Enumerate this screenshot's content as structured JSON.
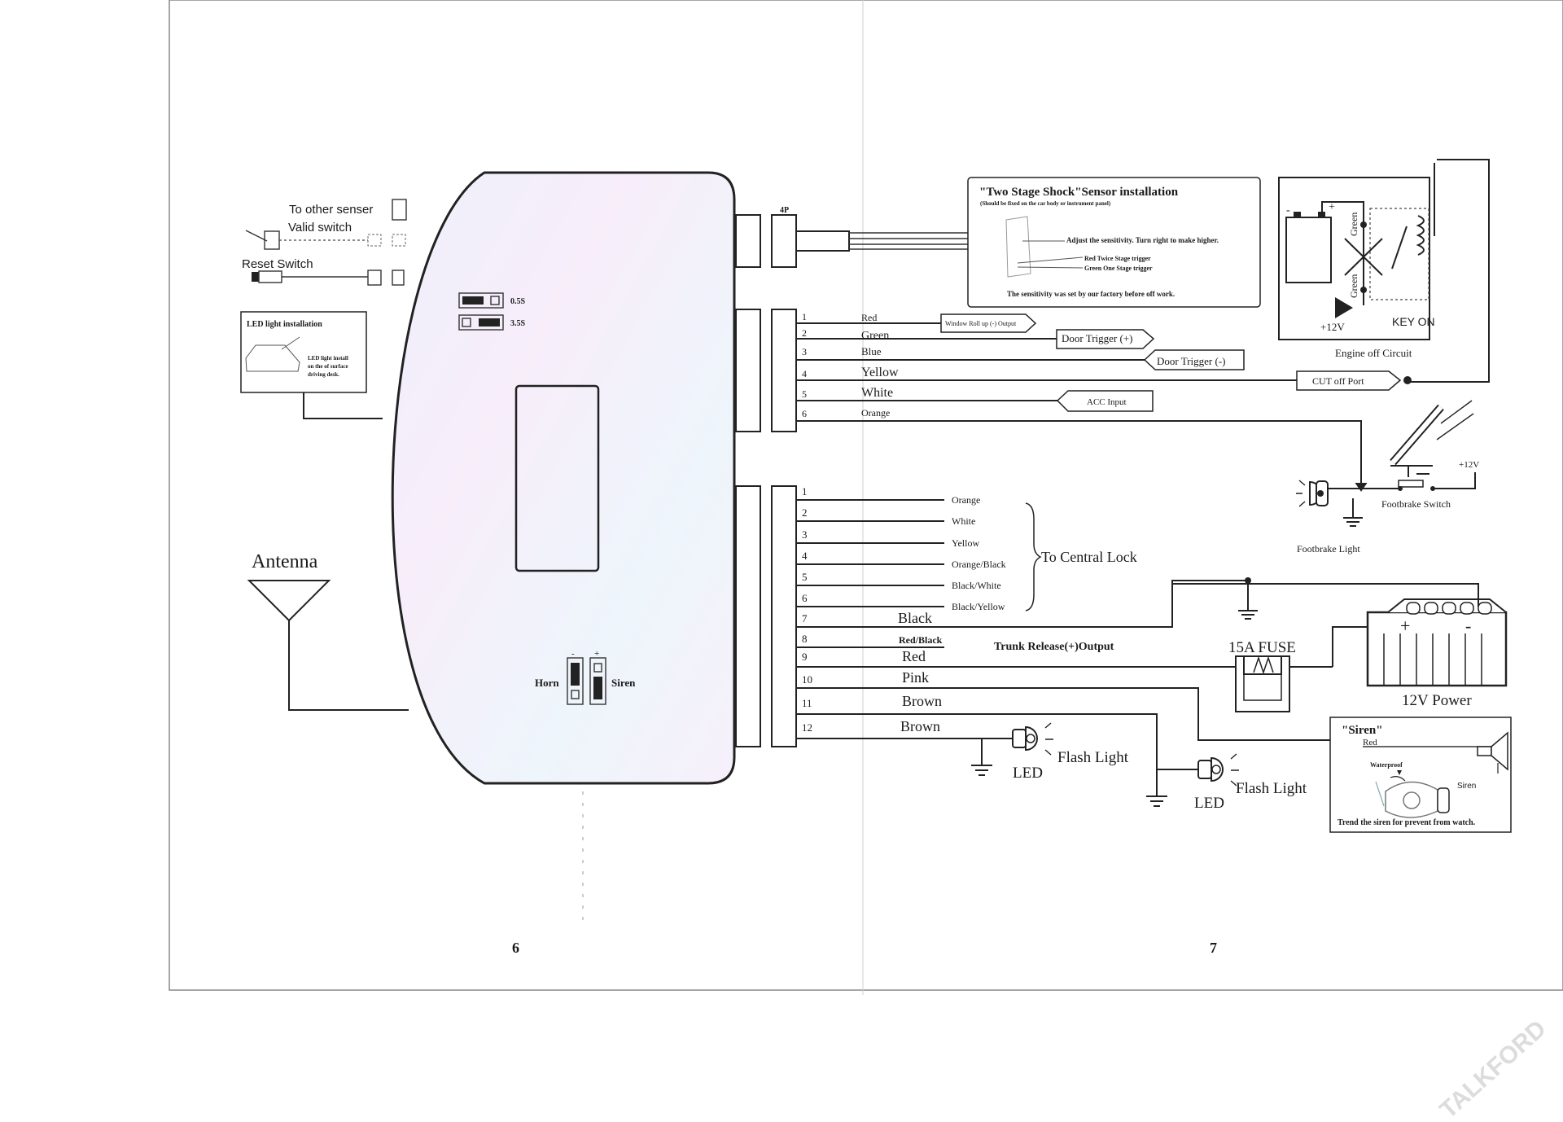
{
  "pages": {
    "left_number": "6",
    "right_number": "7"
  },
  "watermark": "TALKFORD",
  "left_side": {
    "to_other_sensor": "To other senser",
    "valid_switch": "Valid switch",
    "reset_switch": "Reset Switch",
    "led_install_title": "LED light installation",
    "led_install_note": [
      "LED light install",
      "on the of surface",
      "driving desk."
    ],
    "antenna": "Antenna",
    "timing_05": "0.5S",
    "timing_35": "3.5S",
    "horn": "Horn",
    "siren_switch": "Siren",
    "jumper_minus": "-",
    "jumper_plus": "+"
  },
  "connector_4p": "4P",
  "shock_sensor": {
    "title": "\"Two Stage Shock\"Sensor installation",
    "subtitle": "(Should be fixed on the car body or instrument panel)",
    "adjust": "Adjust the sensitivity. Turn right to make higher.",
    "red_trigger": "Red Twice Stage trigger",
    "green_trigger": "Green One Stage trigger",
    "factory": "The sensitivity was set by our factory before off work."
  },
  "engine_off": {
    "caption": "Engine off Circuit",
    "green_top": "Green",
    "green_bottom": "Green",
    "plus12": "+12V",
    "key_on": "KEY ON",
    "plus": "+",
    "minus": "-"
  },
  "connector_6": {
    "wires": [
      {
        "num": "1",
        "color": "Red",
        "target": "Window Roll up (-) Output"
      },
      {
        "num": "2",
        "color": "Green",
        "target": "Door Trigger (+)"
      },
      {
        "num": "3",
        "color": "Blue",
        "target": "Door Trigger (-)"
      },
      {
        "num": "4",
        "color": "Yellow",
        "target": "CUT off Port"
      },
      {
        "num": "5",
        "color": "White",
        "target": "ACC Input"
      },
      {
        "num": "6",
        "color": "Orange",
        "target": ""
      }
    ]
  },
  "footbrake": {
    "light": "Footbrake Light",
    "switch": "Footbrake Switch",
    "plus12": "+12V"
  },
  "connector_12": {
    "wires": [
      {
        "num": "1",
        "color": "Orange"
      },
      {
        "num": "2",
        "color": "White"
      },
      {
        "num": "3",
        "color": "Yellow"
      },
      {
        "num": "4",
        "color": "Orange/Black"
      },
      {
        "num": "5",
        "color": "Black/White"
      },
      {
        "num": "6",
        "color": "Black/Yellow"
      },
      {
        "num": "7",
        "color": "Black"
      },
      {
        "num": "8",
        "color": "Red/Black"
      },
      {
        "num": "9",
        "color": "Red"
      },
      {
        "num": "10",
        "color": "Pink"
      },
      {
        "num": "11",
        "color": "Brown"
      },
      {
        "num": "12",
        "color": "Brown"
      }
    ],
    "central_lock": "To Central Lock",
    "trunk_release": "Trunk Release(+)Output"
  },
  "power": {
    "fuse": "15A FUSE",
    "battery": "12V Power",
    "plus": "+",
    "minus": "-"
  },
  "flash": [
    {
      "label": "Flash Light",
      "led": "LED"
    },
    {
      "label": "Flash Light",
      "led": "LED"
    }
  ],
  "siren_box": {
    "title": "\"Siren\"",
    "red": "Red",
    "waterproof": "Waterproof",
    "siren": "Siren",
    "note": "Trend the siren for prevent from watch."
  }
}
